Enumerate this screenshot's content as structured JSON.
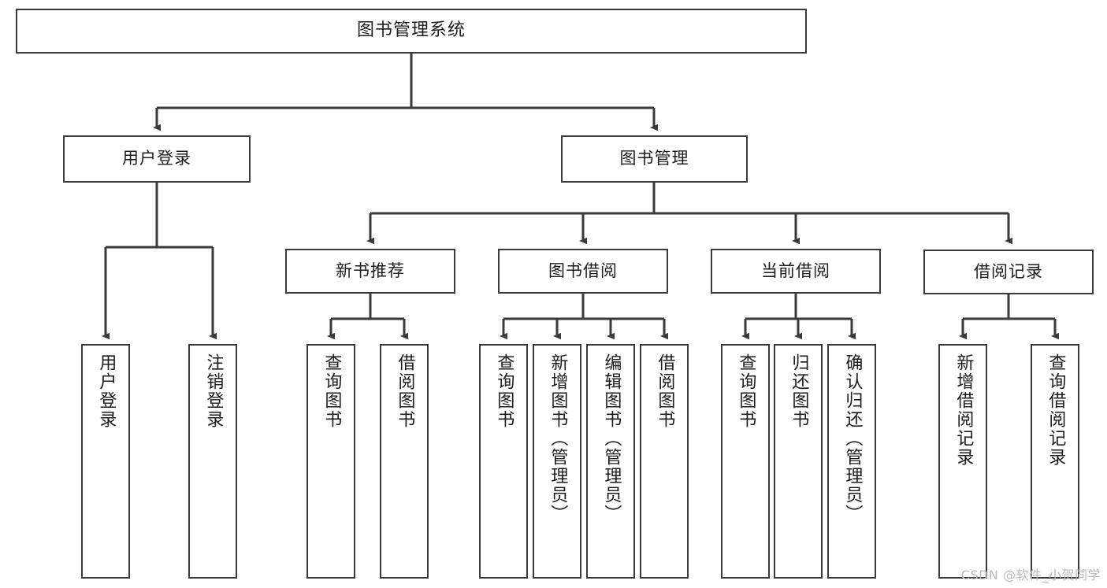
{
  "diagram": {
    "title": "图书管理系统",
    "watermark": "CSDN @软件_小贺同学",
    "line_color": "#3a3a3a",
    "box_fill": "#ffffff",
    "text_color": "#1c1c1c",
    "watermark_color": "#b9b9b9"
  },
  "root": {
    "label": "图书管理系统"
  },
  "level1": [
    {
      "label": "用户登录"
    },
    {
      "label": "图书管理"
    }
  ],
  "level2": [
    {
      "label": "新书推荐"
    },
    {
      "label": "图书借阅"
    },
    {
      "label": "当前借阅"
    },
    {
      "label": "借阅记录"
    }
  ],
  "leaves": {
    "user_login": [
      {
        "label": "用户登录"
      },
      {
        "label": "注销登录"
      }
    ],
    "new_book": [
      {
        "label": "查询图书"
      },
      {
        "label": "借阅图书"
      }
    ],
    "book_borrow": [
      {
        "label": "查询图书"
      },
      {
        "label": "新增图书（管理员）"
      },
      {
        "label": "编辑图书（管理员）"
      },
      {
        "label": "借阅图书"
      }
    ],
    "current_borrow": [
      {
        "label": "查询图书"
      },
      {
        "label": "归还图书"
      },
      {
        "label": "确认归还（管理员）"
      }
    ],
    "borrow_record": [
      {
        "label": "新增借阅记录"
      },
      {
        "label": "查询借阅记录"
      }
    ]
  }
}
